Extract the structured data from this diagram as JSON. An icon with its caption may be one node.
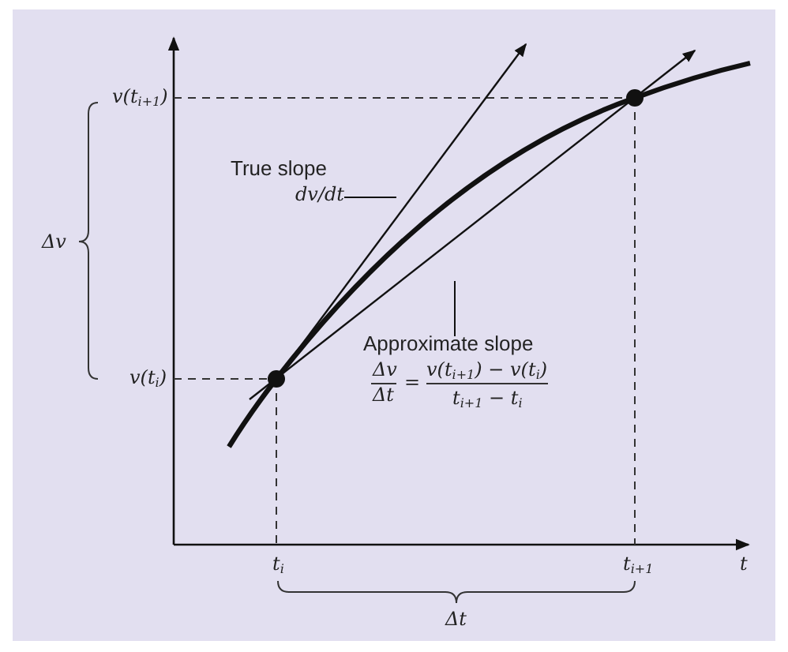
{
  "diagram": {
    "nodes": [
      {
        "text": [
          "True slope",
          "dv/dt"
        ]
      },
      {
        "text": [
          "Approximate slope",
          "Δv",
          "Δt",
          "=",
          "v(t$_{i+1}$) − v(t$_{i}$)",
          "t$_{i+1}$ − t$_{i}$"
        ]
      }
    ],
    "edges": [
      {
        "from": 0,
        "to": null,
        "arrow": "none"
      },
      {
        "from": 1,
        "to": null,
        "arrow": "none"
      }
    ],
    "labels": [
      "v(t$_{i+1}$)",
      "Δv",
      "v(t$_{i}$)",
      "t$_{i}$",
      "t$_{i+1}$",
      "t",
      "Δt"
    ]
  }
}
